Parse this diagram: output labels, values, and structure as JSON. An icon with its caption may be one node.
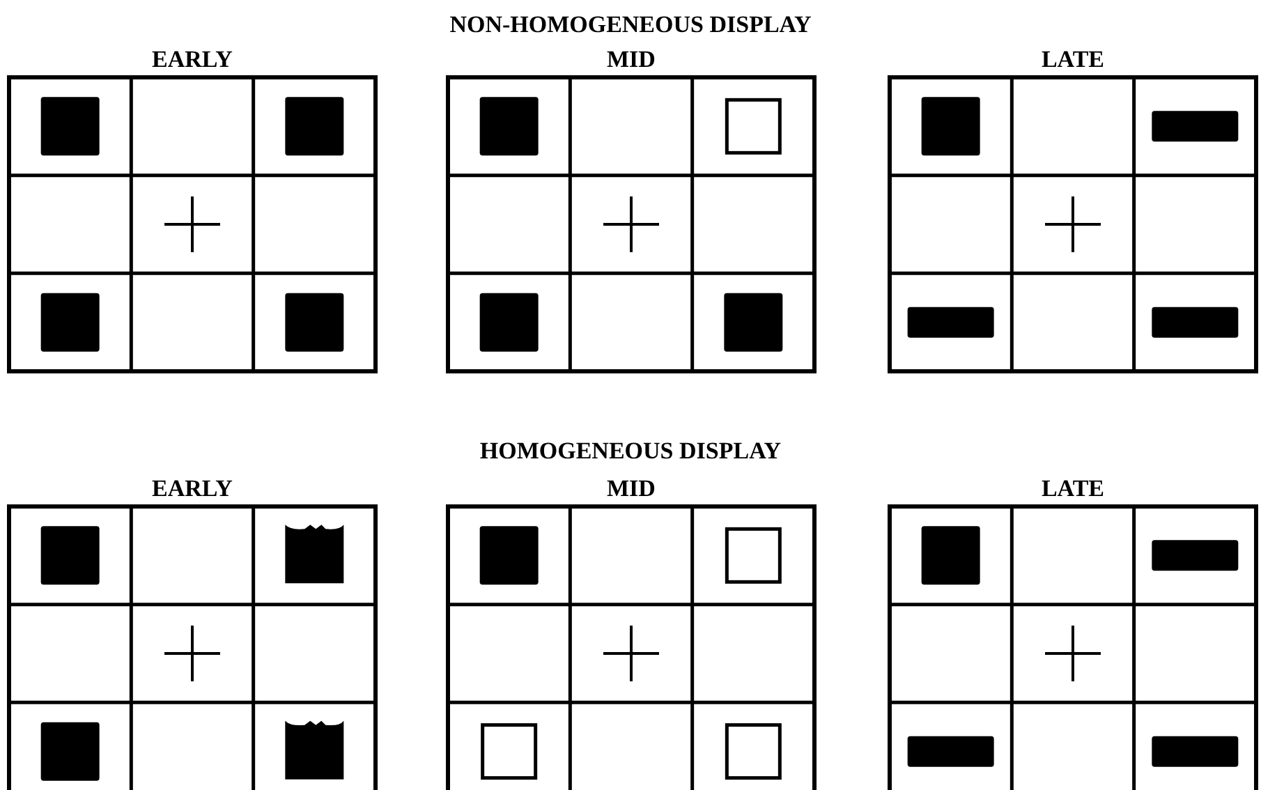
{
  "diagram": {
    "nodes": [
      {
        "text": [
          "EARLY"
        ]
      },
      {
        "text": [
          "MID"
        ]
      },
      {
        "text": [
          "LATE"
        ]
      },
      {
        "text": [
          "EARLY"
        ]
      },
      {
        "text": [
          "MID"
        ]
      },
      {
        "text": [
          "LATE"
        ]
      }
    ],
    "labels": [
      "NON-HOMOGENEOUS DISPLAY",
      "HOMOGENEOUS DISPLAY"
    ]
  }
}
